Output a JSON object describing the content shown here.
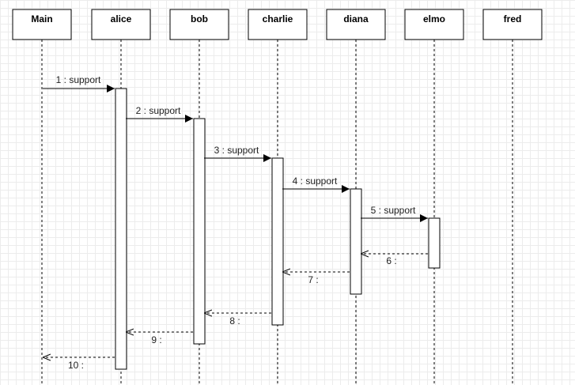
{
  "diagram": {
    "participants": [
      "Main",
      "alice",
      "bob",
      "charlie",
      "diana",
      "elmo",
      "fred"
    ],
    "messages": [
      {
        "label": "1 : support",
        "from": "Main",
        "to": "alice",
        "kind": "call"
      },
      {
        "label": "2 : support",
        "from": "alice",
        "to": "bob",
        "kind": "call"
      },
      {
        "label": "3 : support",
        "from": "bob",
        "to": "charlie",
        "kind": "call"
      },
      {
        "label": "4 : support",
        "from": "charlie",
        "to": "diana",
        "kind": "call"
      },
      {
        "label": "5 : support",
        "from": "diana",
        "to": "elmo",
        "kind": "call"
      },
      {
        "label": "6 :",
        "from": "elmo",
        "to": "diana",
        "kind": "return"
      },
      {
        "label": "7 :",
        "from": "diana",
        "to": "charlie",
        "kind": "return"
      },
      {
        "label": "8 :",
        "from": "charlie",
        "to": "bob",
        "kind": "return"
      },
      {
        "label": "9 :",
        "from": "bob",
        "to": "alice",
        "kind": "return"
      },
      {
        "label": "10 :",
        "from": "alice",
        "to": "Main",
        "kind": "return"
      }
    ]
  }
}
